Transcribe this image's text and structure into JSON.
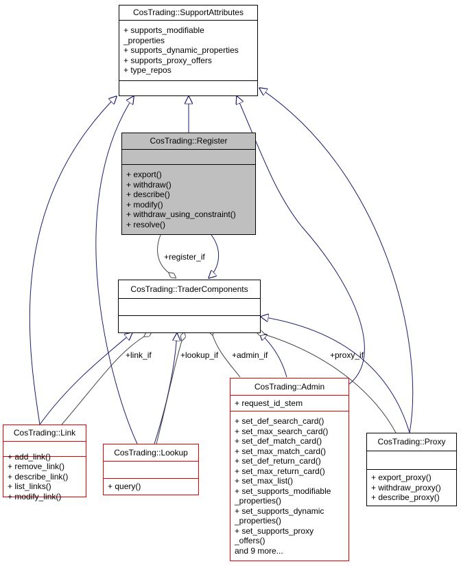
{
  "support_attributes": {
    "title": "CosTrading::SupportAttributes",
    "attributes": [
      "+ supports_modifiable",
      "_properties",
      "+ supports_dynamic_properties",
      "+ supports_proxy_offers",
      "+ type_repos"
    ],
    "methods": []
  },
  "register": {
    "title": "CosTrading::Register",
    "attributes": [],
    "methods": [
      "+ export()",
      "+ withdraw()",
      "+ describe()",
      "+ modify()",
      "+ withdraw_using_constraint()",
      "+ resolve()"
    ]
  },
  "trader_components": {
    "title": "CosTrading::TraderComponents",
    "attributes": [],
    "methods": []
  },
  "admin": {
    "title": "CosTrading::Admin",
    "attributes": [
      "+ request_id_stem"
    ],
    "methods": [
      "+ set_def_search_card()",
      "+ set_max_search_card()",
      "+ set_def_match_card()",
      "+ set_max_match_card()",
      "+ set_def_return_card()",
      "+ set_max_return_card()",
      "+ set_max_list()",
      "+ set_supports_modifiable",
      "_properties()",
      "+ set_supports_dynamic",
      "_properties()",
      "+ set_supports_proxy",
      "_offers()",
      "and 9 more..."
    ]
  },
  "link": {
    "title": "CosTrading::Link",
    "attributes": [],
    "methods": [
      "+ add_link()",
      "+ remove_link()",
      "+ describe_link()",
      "+ list_links()",
      "+ modify_link()"
    ]
  },
  "lookup": {
    "title": "CosTrading::Lookup",
    "attributes": [],
    "methods": [
      "+ query()"
    ]
  },
  "proxy": {
    "title": "CosTrading::Proxy",
    "attributes": [],
    "methods": [
      "+ export_proxy()",
      "+ withdraw_proxy()",
      "+ describe_proxy()"
    ]
  },
  "edge_labels": {
    "register_if": "+register_if",
    "link_if": "+link_if",
    "lookup_if": "+lookup_if",
    "admin_if": "+admin_if",
    "proxy_if": "+proxy_if"
  },
  "colors": {
    "inheritance_edge": "#191970",
    "association_edge": "#404040",
    "border_default": "#000000",
    "border_red": "#e00000",
    "highlight_fill": "#bfbfbf"
  }
}
